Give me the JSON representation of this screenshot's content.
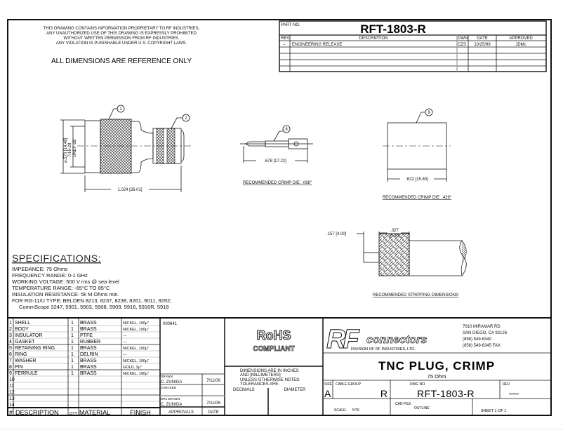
{
  "notice": {
    "lines": [
      "THIS DRAWING CONTAINS INFORMATION PROPRIETARY TO RF INDUSTRIES,",
      "ANY UNAUTHORIZED USE OF THIS DRAWING IS EXPRESSLY PROHIBITED",
      "WITHOUT WRITTEN PERMISSION FROM RF INDUSTRIES.",
      "ANY VIOLATION IS PUNISHABLE UNDER U.S. COPYRIGHT LAWS."
    ],
    "reference": "ALL DIMENSIONS ARE REFERENCE ONLY"
  },
  "revision_block": {
    "part_no_label": "PART NO.",
    "part_no": "RFT-1803-R",
    "headers": [
      "REV",
      "DESCRIPTION",
      "DWN",
      "DATE",
      "APPROVED"
    ],
    "rows": [
      {
        "rev": "–",
        "description": "ENGINEERING RELEASE",
        "dwn": "CZS",
        "date": "10/25/99",
        "approved": "JDMc"
      }
    ]
  },
  "drawing": {
    "balloons": [
      "1",
      "2",
      "8",
      "9"
    ],
    "dims": {
      "diameter": "⌀.570 [14.48]",
      "thread1": "7/16-28",
      "thread2": "UNEF-2B",
      "length": "1.024 [26.01]",
      "pin_length": ".678 [17.22]",
      "ferrule_length": ".622 [15.80]",
      "strip1": ".157 [4.00]",
      "strip2a": ".327",
      "strip2b": "[8.30]"
    },
    "captions": {
      "pin_crimp": "RECOMMENDED CRIMP DIE: .068\"",
      "ferrule_crimp": "RECOMMENDED CRIMP DIE: .429\"",
      "stripping": "RECOMMENDED STRIPPING DIMENSIONS"
    }
  },
  "specifications": {
    "title": "SPECIFICATIONS:",
    "lines": [
      "IMPEDANCE: 75 Ohms",
      "FREQUENCY RANGE: 0-1 GHz",
      "WORKING VOLTAGE: 500 V rms @ sea level",
      "TEMPERATURE RANGE: -65°C TO 85°C",
      "INSULATION RESISTANCE: 5k M Ohms min.",
      "FOR RG-11/U TYPE; BELDEN 8213, 8237, 8238, 8261, 9011, 9292;",
      "CommScope 3247, 5901, 5903, 5908, 5909, 5916, 5916R, 5918"
    ]
  },
  "bom": {
    "headers": [
      "#",
      "DESCRIPTION",
      "QTY",
      "MATERIAL",
      "FINISH"
    ],
    "rows": [
      {
        "n": "1",
        "desc": "SHELL",
        "qty": "1",
        "material": "BRASS",
        "finish": "NICKEL, 100µ\""
      },
      {
        "n": "2",
        "desc": "BODY",
        "qty": "1",
        "material": "BRASS",
        "finish": "NICKEL, 100µ\""
      },
      {
        "n": "3",
        "desc": "INSULATOR",
        "qty": "1",
        "material": "PTFE",
        "finish": "---"
      },
      {
        "n": "4",
        "desc": "GASKET",
        "qty": "1",
        "material": "RUBBER",
        "finish": "---"
      },
      {
        "n": "5",
        "desc": "RETAINING RING",
        "qty": "1",
        "material": "BRASS",
        "finish": "NICKEL, 100µ\""
      },
      {
        "n": "6",
        "desc": "RING",
        "qty": "1",
        "material": "DELRIN",
        "finish": "---"
      },
      {
        "n": "7",
        "desc": "WASHER",
        "qty": "1",
        "material": "BRASS",
        "finish": "NICKEL, 100µ\""
      },
      {
        "n": "8",
        "desc": "PIN",
        "qty": "1",
        "material": "BRASS",
        "finish": "GOLD, 3µ\""
      },
      {
        "n": "9",
        "desc": "FERRULE",
        "qty": "1",
        "material": "BRASS",
        "finish": "NICKEL, 100µ\""
      },
      {
        "n": "10",
        "desc": "",
        "qty": "",
        "material": "",
        "finish": ""
      },
      {
        "n": "11",
        "desc": "",
        "qty": "",
        "material": "",
        "finish": ""
      },
      {
        "n": "12",
        "desc": "",
        "qty": "",
        "material": "",
        "finish": ""
      },
      {
        "n": "13",
        "desc": "",
        "qty": "",
        "material": "",
        "finish": ""
      },
      {
        "n": "14",
        "desc": "",
        "qty": "",
        "material": "",
        "finish": ""
      }
    ]
  },
  "approvals": {
    "code": "000641",
    "drawn_label": "DRAWN",
    "drawn_by": "C. ZUNIGA",
    "drawn_date": "7/11/06",
    "checked_label": "CHECKED",
    "orig_label": "ORJ DRAWN",
    "orig_by": "C. ZUNIGA",
    "orig_date": "7/11/06",
    "approvals_header": "APPROVALS",
    "date_header": "DATE"
  },
  "rohs": {
    "line1": "RoHS",
    "line2": "COMPLIANT"
  },
  "tolerances": {
    "line1": "DIMENSIONS ARE IN INCHES",
    "line2": "AND [MILLIMETERS]",
    "line3": "UNLESS OTHERWISE NOTED",
    "line4": "TOLERANCES ARE:",
    "decimals": "DECIMALS",
    "diameter": "DIAMETER"
  },
  "company": {
    "logo_letters": "RF",
    "logo_word": "connectors",
    "division": "DIVISION OF RF INDUSTRIES, LTD.",
    "address1": "7610 MIRAMAR RD",
    "address2": "SAN DIEGO, CA 92126",
    "phone": "(858) 549-6340",
    "fax": "(858) 549-6345 FAX"
  },
  "title_block": {
    "title": "TNC PLUG, CRIMP",
    "subtitle": "75 Ohm",
    "size_label": "SIZE",
    "size": "A",
    "cable_group_label": "CABLE GROUP",
    "cable_group": "R",
    "dwg_no_label": "DWG NO.",
    "dwg_no": "RFT-1803-R",
    "rev_label": "REV",
    "rev": "—",
    "scale_label": "SCALE:",
    "scale": "NTS",
    "cad_file_label": "CAD FILE",
    "cad_file": "OUTLINE",
    "sheet": "SHEET 1 OF 1"
  }
}
